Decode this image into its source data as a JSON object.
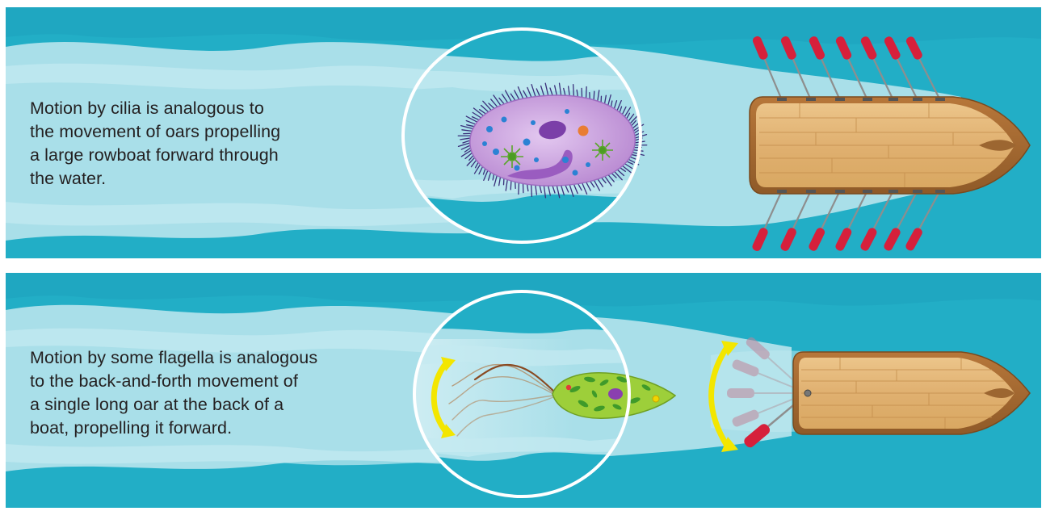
{
  "panels": [
    {
      "id": "cilia",
      "caption": "Motion by cilia is analogous to\nthe movement of oars propelling\na large rowboat forward through\nthe water.",
      "organism": "paramecium",
      "boat": "rowboat with many oars"
    },
    {
      "id": "flagella",
      "caption": "Motion by some flagella is analogous\nto the back-and-forth movement of\na single long oar at the back of a\nboat, propelling it forward.",
      "organism": "euglena",
      "boat": "boat with single stern oar"
    }
  ],
  "colors": {
    "water": "#22aec6",
    "wake": "#a9dfe9",
    "paramecium": "#c9a0dc",
    "euglena": "#9dcf3a",
    "hull": "#c98a45",
    "deck": "#e2b675",
    "oar_blade": "#d6203b",
    "motion_arrow": "#f3e600"
  },
  "icons": [
    "double-headed-curved-arrow-icon"
  ]
}
